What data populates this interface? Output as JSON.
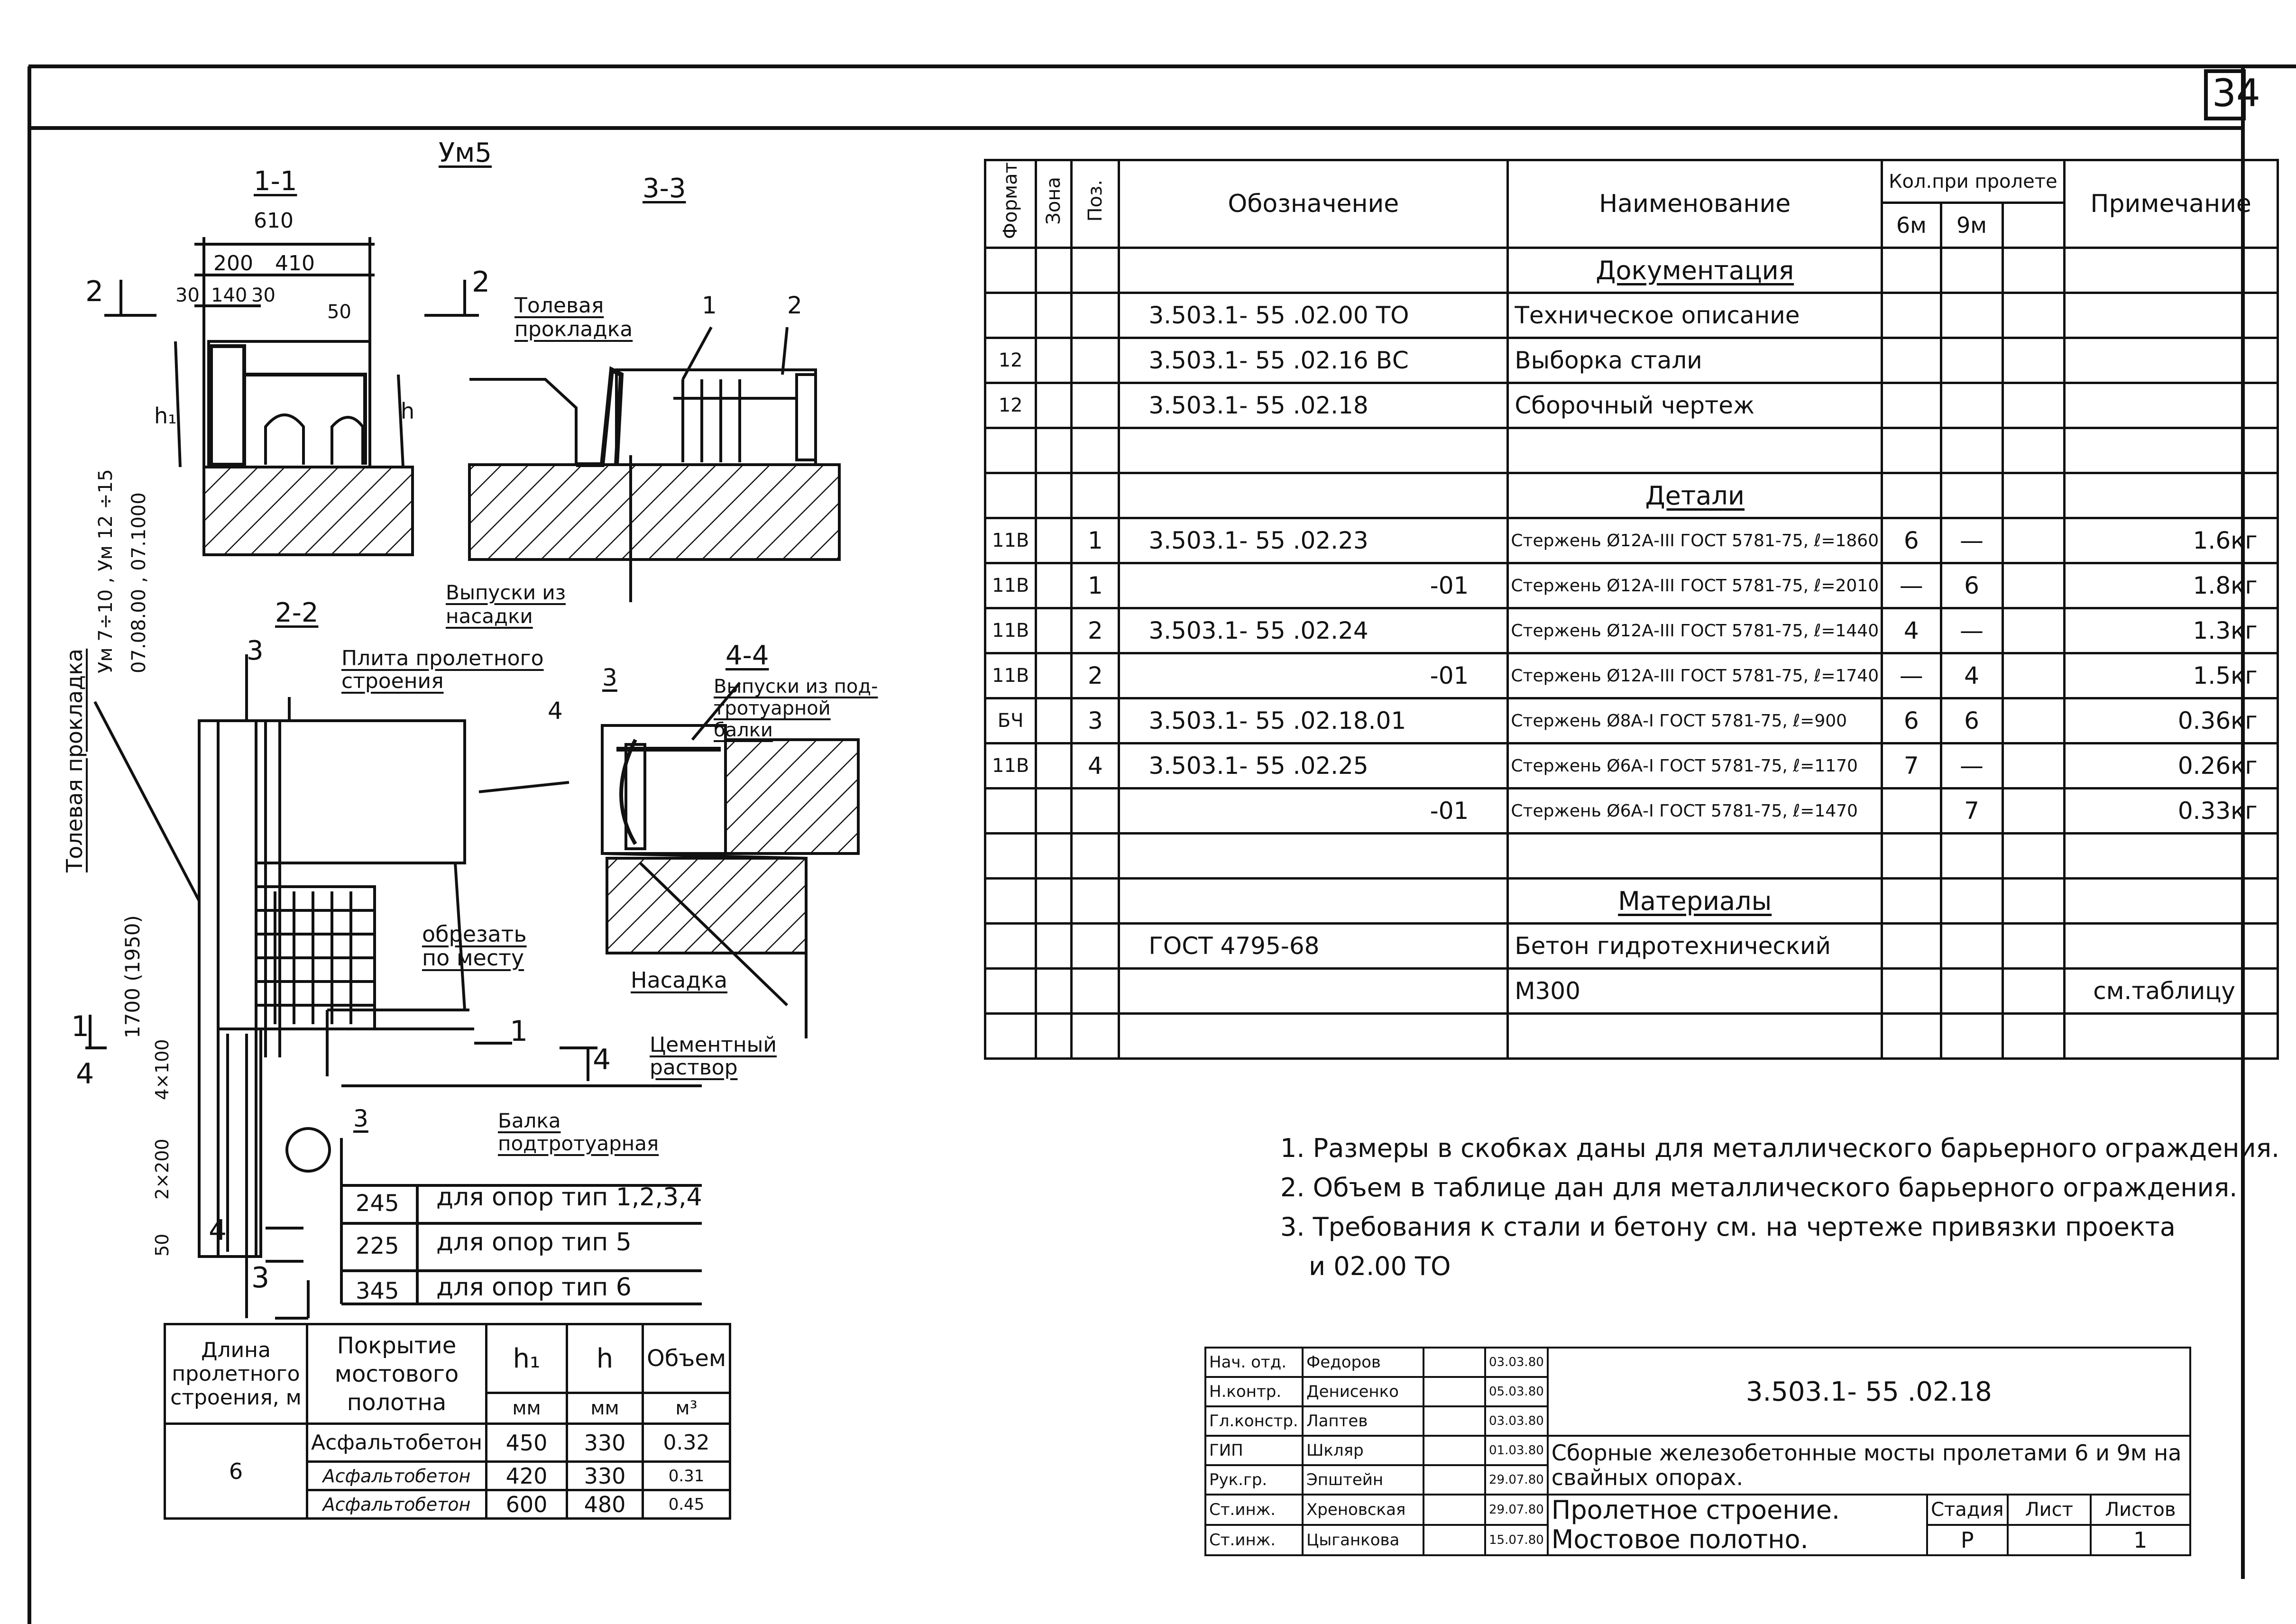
{
  "sheet_number": "34",
  "drawing": {
    "ref_mark": "Ум5",
    "sec11": "1-1",
    "sec33": "3-3",
    "sec22": "2-2",
    "sec44": "4-4",
    "dim_610": "610",
    "dim_200": "200",
    "dim_410": "410",
    "dim_30a": "30",
    "dim_140": "140",
    "dim_30b": "30",
    "dim_50": "50",
    "h1": "h₁",
    "h": "h",
    "cut2_left": "2",
    "cut2_right": "2",
    "tolevaya": "Толевая прокладка",
    "pos1": "1",
    "pos2": "2",
    "pos3": "3",
    "pos4": "4",
    "vypuski_nasadki": "Выпуски из насадки",
    "vertical_label_1": "Ум 7÷10 , Ум 12 ÷15",
    "vertical_label_2": "07.08.00 , 07.1000",
    "plita": "Плита пролетного строения",
    "vypuski_balki": "Выпуски из под-тротуарной балки",
    "tolevaya_vert": "Толевая прокладка",
    "dim_1700": "1700 (1950)",
    "obrezat": "обрезать по месту",
    "nasadka": "Насадка",
    "cement": "Цементный раствор",
    "dim_4x100": "4×100",
    "dim_2x200": "2×200",
    "dim_50b": "50",
    "balka": "Балка подтротуарная",
    "cut1": "1",
    "cut4": "4",
    "cut3": "3",
    "table_offsets": [
      {
        "value": "3",
        "text": ""
      },
      {
        "value": "245",
        "text": "для опор тип 1,2,3,4"
      },
      {
        "value": "225",
        "text": "для опор тип 5"
      },
      {
        "value": "345",
        "text": "для опор тип 6"
      }
    ]
  },
  "spec": {
    "headers": {
      "format": "Формат",
      "zone": "Зона",
      "pos": "Поз.",
      "designation": "Обозначение",
      "name": "Наименование",
      "qty": "Кол.при пролете",
      "qty6": "6м",
      "qty9": "9м",
      "note": "Примечание"
    },
    "rows": [
      {
        "format": "",
        "pos": "",
        "designation": "",
        "name": "Документация",
        "q6": "",
        "q9": "",
        "note": "",
        "section": true
      },
      {
        "format": "",
        "pos": "",
        "designation": "3.503.1- 55 .02.00 ТО",
        "name": "Техническое описание",
        "q6": "",
        "q9": "",
        "note": ""
      },
      {
        "format": "12",
        "pos": "",
        "designation": "3.503.1- 55 .02.16 ВС",
        "name": "Выборка стали",
        "q6": "",
        "q9": "",
        "note": ""
      },
      {
        "format": "12",
        "pos": "",
        "designation": "3.503.1- 55 .02.18",
        "name": "Сборочный чертеж",
        "q6": "",
        "q9": "",
        "note": ""
      },
      {
        "format": "",
        "pos": "",
        "designation": "",
        "name": "",
        "q6": "",
        "q9": "",
        "note": ""
      },
      {
        "format": "",
        "pos": "",
        "designation": "",
        "name": "Детали",
        "q6": "",
        "q9": "",
        "note": "",
        "section": true
      },
      {
        "format": "11В",
        "pos": "1",
        "designation": "3.503.1- 55 .02.23",
        "name": "Стержень Ø12А-III ГОСТ 5781-75, ℓ=1860",
        "q6": "6",
        "q9": "—",
        "note": "1.6кг"
      },
      {
        "format": "11В",
        "pos": "1",
        "designation": "-01",
        "name": "Стержень Ø12А-III ГОСТ 5781-75, ℓ=2010",
        "q6": "—",
        "q9": "6",
        "note": "1.8кг",
        "suffix": true
      },
      {
        "format": "11В",
        "pos": "2",
        "designation": "3.503.1- 55 .02.24",
        "name": "Стержень Ø12А-III ГОСТ 5781-75, ℓ=1440",
        "q6": "4",
        "q9": "—",
        "note": "1.3кг"
      },
      {
        "format": "11В",
        "pos": "2",
        "designation": "-01",
        "name": "Стержень Ø12А-III ГОСТ 5781-75, ℓ=1740",
        "q6": "—",
        "q9": "4",
        "note": "1.5кг",
        "suffix": true
      },
      {
        "format": "БЧ",
        "pos": "3",
        "designation": "3.503.1- 55 .02.18.01",
        "name": "Стержень Ø8А-I ГОСТ 5781-75, ℓ=900",
        "q6": "6",
        "q9": "6",
        "note": "0.36кг"
      },
      {
        "format": "11В",
        "pos": "4",
        "designation": "3.503.1- 55 .02.25",
        "name": "Стержень Ø6А-I ГОСТ 5781-75, ℓ=1170",
        "q6": "7",
        "q9": "—",
        "note": "0.26кг"
      },
      {
        "format": "",
        "pos": "",
        "designation": "-01",
        "name": "Стержень Ø6А-I ГОСТ 5781-75, ℓ=1470",
        "q6": "",
        "q9": "7",
        "note": "0.33кг",
        "suffix": true
      },
      {
        "format": "",
        "pos": "",
        "designation": "",
        "name": "",
        "q6": "",
        "q9": "",
        "note": ""
      },
      {
        "format": "",
        "pos": "",
        "designation": "",
        "name": "Материалы",
        "q6": "",
        "q9": "",
        "note": "",
        "section": true
      },
      {
        "format": "",
        "pos": "",
        "designation": "ГОСТ 4795-68",
        "name": "Бетон гидротехнический",
        "q6": "",
        "q9": "",
        "note": ""
      },
      {
        "format": "",
        "pos": "",
        "designation": "",
        "name": "М300",
        "q6": "",
        "q9": "",
        "note": "см.таблицу"
      },
      {
        "format": "",
        "pos": "",
        "designation": "",
        "name": "",
        "q6": "",
        "q9": "",
        "note": ""
      }
    ]
  },
  "notes": [
    "1. Размеры в скобках даны для металлического барьерного ограждения.",
    "2. Объем в таблице дан для металлического барьерного ограждения.",
    "3. Требования к стали и бетону см. на чертеже привязки проекта",
    "и 02.00 ТО"
  ],
  "volume_table": {
    "headers": {
      "length": "Длина пролетного строения, м",
      "cover": "Покрытие мостового полотна",
      "h1": "h₁",
      "h": "h",
      "vol": "Объем",
      "mm1": "мм",
      "mm2": "мм",
      "m3": "м³"
    },
    "length_value": "6",
    "rows": [
      {
        "cover": "Асфальтобетон",
        "h1": "450",
        "h": "330",
        "vol": "0.32"
      },
      {
        "cover": "Асфальтобетон",
        "h1": "420",
        "h": "330",
        "vol": "0.31"
      },
      {
        "cover": "Асфальтобетон",
        "h1": "600",
        "h": "480",
        "vol": "0.45"
      }
    ]
  },
  "title_block": {
    "code": "3.503.1- 55 .02.18",
    "project": "Сборные железобетонные мосты пролетами 6 и 9м на свайных опорах.",
    "title": "Пролетное строение. Мостовое полотно.",
    "stage_label": "Стадия",
    "sheet_label": "Лист",
    "sheets_label": "Листов",
    "stage": "Р",
    "sheets": "1",
    "people": [
      {
        "role": "Нач. отд.",
        "name": "Федоров",
        "date": "03.03.80"
      },
      {
        "role": "Н.контр.",
        "name": "Денисенко",
        "date": "05.03.80"
      },
      {
        "role": "Гл.констр.",
        "name": "Лаптев",
        "date": "03.03.80"
      },
      {
        "role": "ГИП",
        "name": "Шкляр",
        "date": "01.03.80"
      },
      {
        "role": "Рук.гр.",
        "name": "Эпштейн",
        "date": "29.07.80"
      },
      {
        "role": "Ст.инж.",
        "name": "Хреновская",
        "date": "29.07.80"
      },
      {
        "role": "Ст.инж.",
        "name": "Цыганкова",
        "date": "15.07.80"
      }
    ]
  }
}
